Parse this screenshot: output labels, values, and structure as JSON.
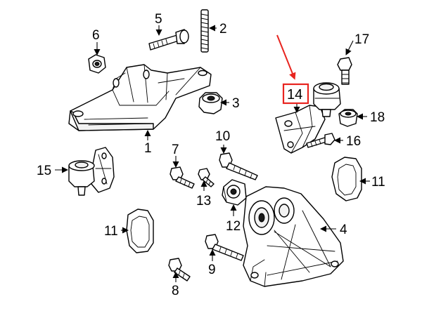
{
  "diagram": {
    "callouts": {
      "c1": "1",
      "c2": "2",
      "c3": "3",
      "c4": "4",
      "c5": "5",
      "c6": "6",
      "c7": "7",
      "c8": "8",
      "c9": "9",
      "c10": "10",
      "c11a": "11",
      "c11b": "11",
      "c12": "12",
      "c13": "13",
      "c14": "14",
      "c15": "15",
      "c16": "16",
      "c17": "17",
      "c18": "18"
    },
    "highlight": {
      "part": "14",
      "color": "#e8241f"
    }
  }
}
